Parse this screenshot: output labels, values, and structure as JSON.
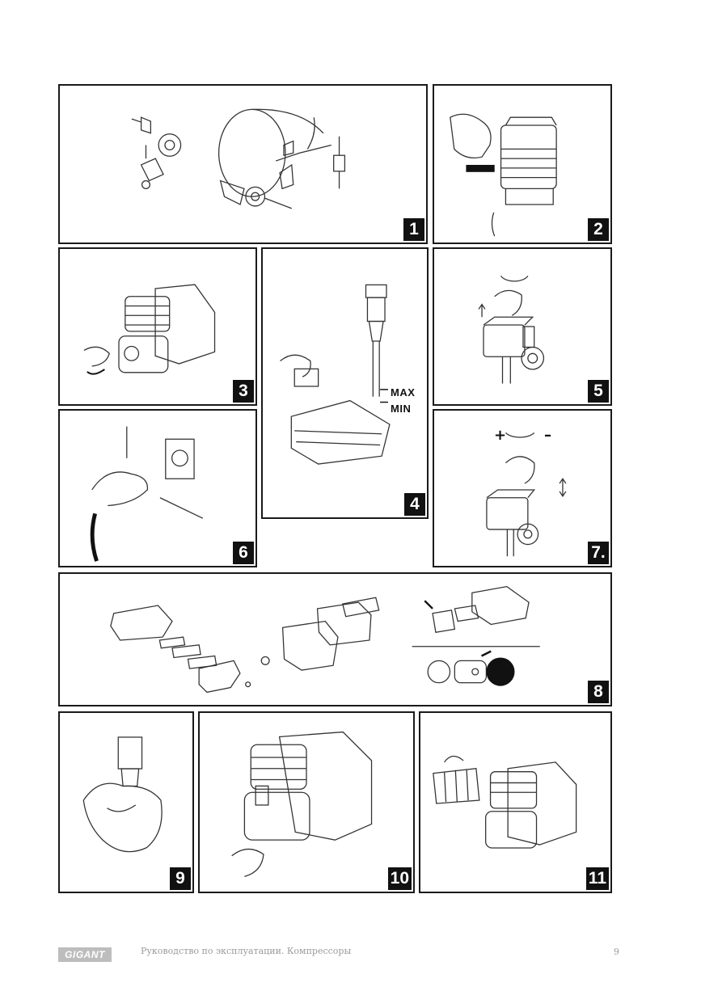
{
  "panels": [
    {
      "number": "1"
    },
    {
      "number": "2"
    },
    {
      "number": "3"
    },
    {
      "number": "4",
      "labels": {
        "max": "MAX",
        "min": "MIN"
      }
    },
    {
      "number": "5"
    },
    {
      "number": "6"
    },
    {
      "number": "7.",
      "symbols": {
        "plus": "+",
        "minus": "–"
      }
    },
    {
      "number": "8"
    },
    {
      "number": "9"
    },
    {
      "number": "10"
    },
    {
      "number": "11"
    }
  ],
  "footer": {
    "logo": "GIGANT",
    "text": "Руководство по эксплуатации. Компрессоры",
    "page": "9"
  }
}
